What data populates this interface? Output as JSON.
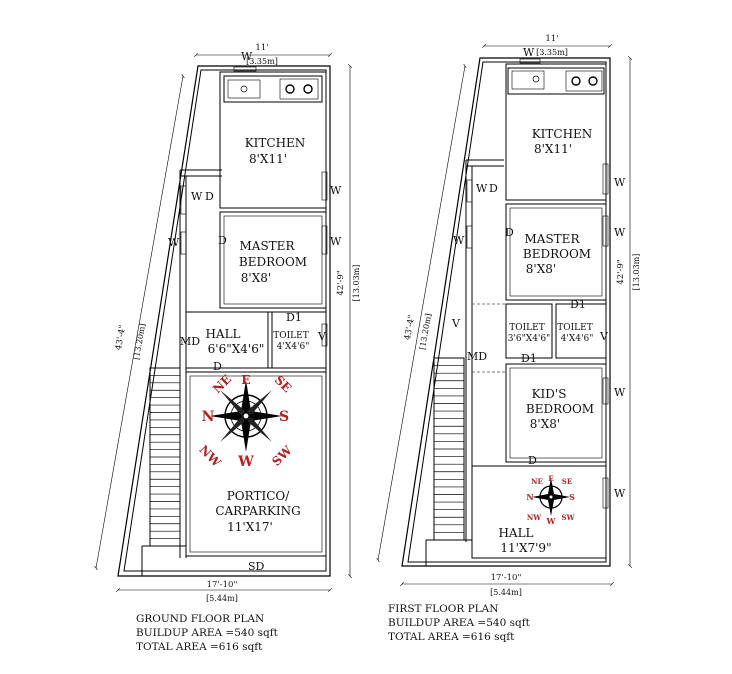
{
  "ground": {
    "width_top": "11'",
    "width_top_m": "[3.35m]",
    "depth": "42'-9\"",
    "depth_m": "[13.03m]",
    "diag": "43'-4\"",
    "diag_m": "[13.20m]",
    "width_bottom": "17'-10\"",
    "width_bottom_m": "[5.44m]",
    "rooms": {
      "kitchen_name": "KITCHEN",
      "kitchen_size": "8'X11'",
      "master_name_1": "MASTER",
      "master_name_2": "BEDROOM",
      "master_size": "8'X8'",
      "hall_name": "HALL",
      "hall_size": "6'6\"X4'6\"",
      "toilet_name": "TOILET",
      "toilet_size": "4'X4'6\"",
      "portico_1": "PORTICO/",
      "portico_2": "CARPARKING",
      "portico_size": "11'X17'"
    },
    "tags": {
      "w_top": "W",
      "w_kitchen": "W",
      "w_master": "W",
      "w_left_1": "W",
      "w_left_2": "W",
      "d_left": "D",
      "d_master": "D",
      "d1": "D1",
      "v": "V",
      "md": "MD",
      "d_hall": "D",
      "sd": "SD"
    },
    "compass": {
      "n": "N",
      "s": "S",
      "e": "E",
      "w": "W",
      "ne": "NE",
      "nw": "NW",
      "se": "SE",
      "sw": "SW"
    },
    "caption": [
      "GROUND FLOOR PLAN",
      "BUILDUP AREA =540 sqft",
      "TOTAL AREA =616 sqft"
    ]
  },
  "first": {
    "width_top": "11'",
    "width_top_m": "[3.35m]",
    "depth": "42'-9\"",
    "depth_m": "[13.03m]",
    "diag": "43'-4\"",
    "diag_m": "[13.20m]",
    "width_bottom": "17'-10\"",
    "width_bottom_m": "[5.44m]",
    "rooms": {
      "kitchen_name": "KITCHEN",
      "kitchen_size": "8'X11'",
      "master_name_1": "MASTER",
      "master_name_2": "BEDROOM",
      "master_size": "8'X8'",
      "toilet1_name": "TOILET",
      "toilet1_size": "3'6\"X4'6\"",
      "toilet2_name": "TOILET",
      "toilet2_size": "4'X4'6\"",
      "kids_name_1": "KID'S",
      "kids_name_2": "BEDROOM",
      "kids_size": "8'X8'",
      "hall_name": "HALL",
      "hall_size": "11'X7'9\""
    },
    "tags": {
      "w_top": "W",
      "w_kitchen": "W",
      "w_master": "W",
      "w_kids": "W",
      "w_hall": "W",
      "w_left": "W",
      "wd": "W",
      "d_left": "D",
      "d_master": "D",
      "d1_top": "D1",
      "d1_bottom": "D1",
      "v_left": "V",
      "v_right": "V",
      "md": "MD",
      "d_kids": "D"
    },
    "compass": {
      "n": "N",
      "s": "S",
      "e": "E",
      "w": "W",
      "ne": "NE",
      "nw": "NW",
      "se": "SE",
      "sw": "SW"
    },
    "caption": [
      "FIRST FLOOR PLAN",
      "BUILDUP AREA =540 sqft",
      "TOTAL AREA =616 sqft"
    ]
  }
}
